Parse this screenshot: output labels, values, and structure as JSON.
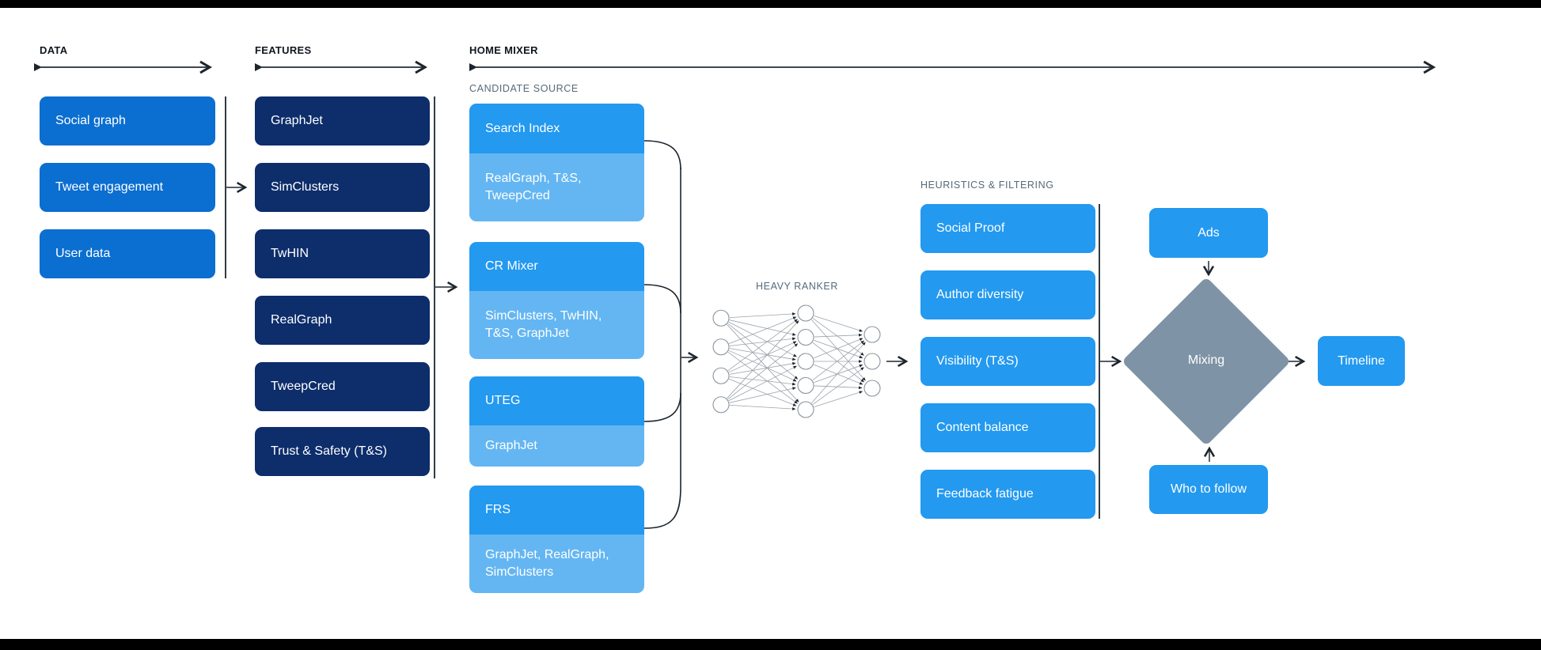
{
  "palette": {
    "data_blue": "#0b6ed1",
    "features_navy": "#0d2d6b",
    "bright_blue": "#2399f0",
    "light_blue": "#64b6f3",
    "diamond_gray": "#7e93a6",
    "line_dark": "#3f464e",
    "arrow_dark": "#1c242c",
    "net_line": "#9aa3ab",
    "net_node": "#8b959e",
    "heading_dark": "#0f1720",
    "subheading_gray": "#566a79"
  },
  "headers": {
    "data": "DATA",
    "features": "FEATURES",
    "home_mixer": "HOME MIXER"
  },
  "sections": {
    "candidate_source_label": "CANDIDATE SOURCE",
    "heavy_ranker_label": "HEAVY RANKER",
    "heuristics_label": "HEURISTICS & FILTERING"
  },
  "data_column": {
    "items": [
      "Social graph",
      "Tweet engagement",
      "User data"
    ]
  },
  "features_column": {
    "items": [
      "GraphJet",
      "SimClusters",
      "TwHIN",
      "RealGraph",
      "TweepCred",
      "Trust & Safety (T&S)"
    ]
  },
  "candidate_sources": [
    {
      "name": "Search Index",
      "sources": "RealGraph, T&S, TweepCred"
    },
    {
      "name": "CR Mixer",
      "sources": "SimClusters, TwHIN, T&S, GraphJet"
    },
    {
      "name": "UTEG",
      "sources": "GraphJet"
    },
    {
      "name": "FRS",
      "sources": "GraphJet, RealGraph, SimClusters"
    }
  ],
  "heavy_ranker": {
    "layers": [
      4,
      5,
      3
    ]
  },
  "heuristics_column": {
    "items": [
      "Social Proof",
      "Author diversity",
      "Visibility (T&S)",
      "Content balance",
      "Feedback fatigue"
    ]
  },
  "mixing_stage": {
    "ads": "Ads",
    "mixing": "Mixing",
    "who_to_follow": "Who to follow",
    "timeline": "Timeline"
  }
}
